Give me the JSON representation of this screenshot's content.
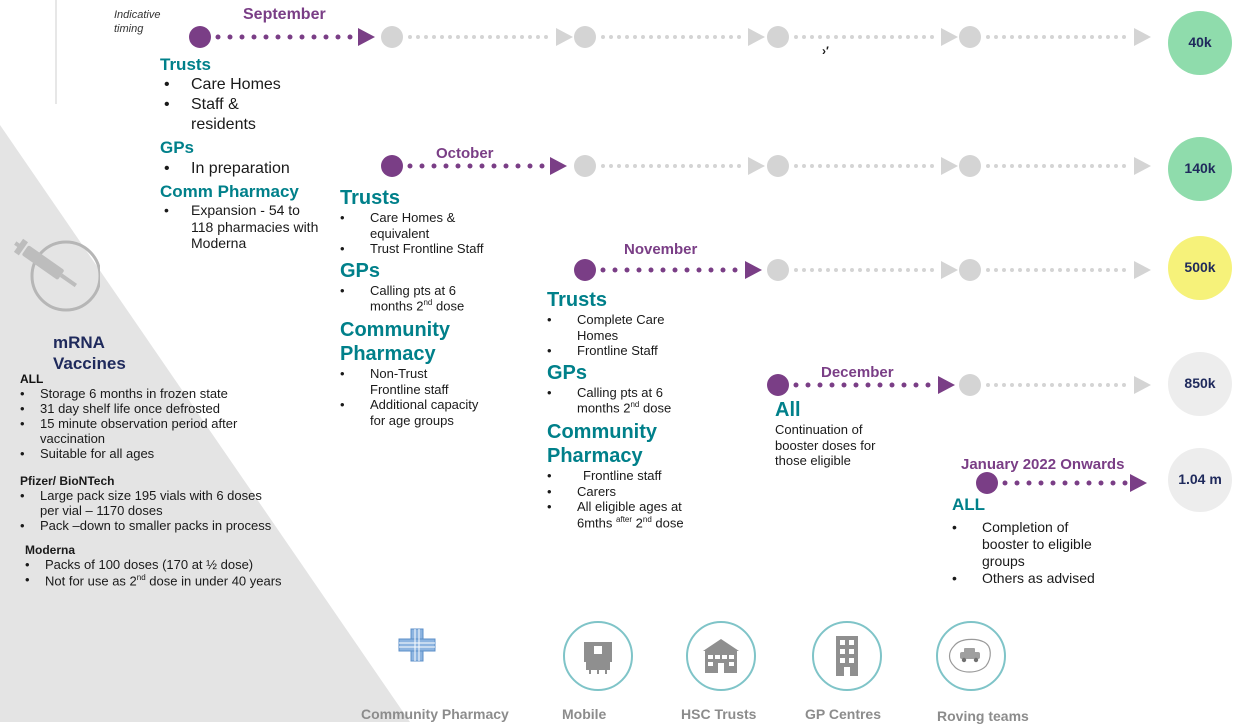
{
  "timing_label": "Indicative\ntiming",
  "months": {
    "september": "September",
    "october": "October",
    "november": "November",
    "december": "December",
    "january": "January 2022 Onwards"
  },
  "totals": {
    "sep": "40k",
    "oct": "140k",
    "nov": "500k",
    "dec": "850k",
    "jan": "1.04 m"
  },
  "colors": {
    "purple": "#7a3e86",
    "teal": "#00808a",
    "green_circle": "#8fdcac",
    "yellow_circle": "#f6f27a",
    "grey_circle": "#ededed",
    "grey_dot": "#d4d4d4"
  },
  "september_col": {
    "trusts": "Trusts",
    "trusts_items": [
      "Care Homes",
      "Staff & residents"
    ],
    "gps": "GPs",
    "gps_items": [
      "In preparation"
    ],
    "pharmacy": "Comm Pharmacy",
    "pharmacy_items": [
      "Expansion - 54 to 118 pharmacies with Moderna"
    ]
  },
  "october_col": {
    "trusts": "Trusts",
    "trusts_items": [
      "Care Homes & equivalent",
      "Trust Frontline Staff"
    ],
    "gps": "GPs",
    "gps_item_pre": "Calling pts at 6 months 2",
    "gps_item_sup": "nd",
    "gps_item_post": " dose",
    "pharmacy": "Community Pharmacy",
    "pharmacy_items": [
      "Non-Trust Frontline staff",
      "Additional capacity for age groups"
    ]
  },
  "november_col": {
    "trusts": "Trusts",
    "trusts_items": [
      "Complete Care Homes",
      "Frontline Staff"
    ],
    "gps": "GPs",
    "gps_item_pre": "Calling pts at 6 months 2",
    "gps_item_sup": "nd",
    "gps_item_post": " dose",
    "pharmacy": "Community Pharmacy",
    "pharmacy_items": [
      "Frontline staff",
      "Carers"
    ],
    "pharmacy_last_pre": "All eligible ages at 6mths ",
    "pharmacy_last_sup1": "after",
    "pharmacy_last_mid": " 2",
    "pharmacy_last_sup2": "nd",
    "pharmacy_last_post": " dose"
  },
  "december_col": {
    "all": "All",
    "text": "Continuation of booster doses for those eligible"
  },
  "january_col": {
    "all": "ALL",
    "items": [
      "Completion of booster to eligible groups",
      "Others as advised"
    ]
  },
  "mrna": {
    "title": "mRNA Vaccines",
    "all_heading": "ALL",
    "all_items": [
      "Storage 6 months in frozen state",
      "31 day shelf life once defrosted",
      "15 minute observation period after vaccination",
      "Suitable for all ages"
    ],
    "pfizer_heading": "Pfizer/ BioNTech",
    "pfizer_items": [
      "Large pack size 195 vials with 6 doses per vial – 1170 doses",
      "Pack –down to smaller packs in process"
    ],
    "moderna_heading": "Moderna",
    "moderna_item1": "Packs of 100 doses (170 at ½ dose)",
    "moderna_item2_pre": "Not for use as 2",
    "moderna_item2_sup": "nd",
    "moderna_item2_post": " dose in under 40 years"
  },
  "footer": {
    "community_pharmacy": "Community Pharmacy",
    "mobile": "Mobile",
    "hsc_trusts": "HSC Trusts",
    "gp_centres": "GP Centres",
    "roving_teams": "Roving teams"
  },
  "stray_glyph": "›′"
}
